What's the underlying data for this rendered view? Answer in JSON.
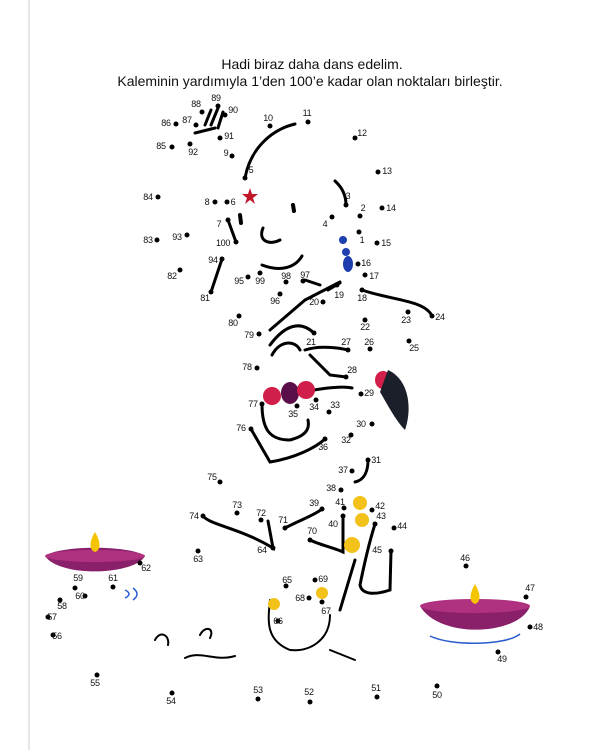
{
  "worksheet": {
    "title_line1": "Hadi biraz daha dans edelim.",
    "title_line2": "Kaleminin yardımıyla 1’den 100’e kadar olan noktaları birleştir."
  },
  "dots": [
    "1",
    "2",
    "3",
    "4",
    "5",
    "6",
    "7",
    "8",
    "9",
    "10",
    "11",
    "12",
    "13",
    "14",
    "15",
    "16",
    "17",
    "18",
    "19",
    "20",
    "21",
    "22",
    "23",
    "24",
    "25",
    "26",
    "27",
    "28",
    "29",
    "30",
    "31",
    "32",
    "33",
    "34",
    "35",
    "36",
    "37",
    "38",
    "39",
    "40",
    "41",
    "42",
    "43",
    "44",
    "45",
    "46",
    "47",
    "48",
    "49",
    "50",
    "51",
    "52",
    "53",
    "54",
    "55",
    "56",
    "57",
    "58",
    "59",
    "60",
    "61",
    "62",
    "63",
    "64",
    "65",
    "66",
    "67",
    "68",
    "69",
    "70",
    "71",
    "72",
    "73",
    "74",
    "75",
    "76",
    "77",
    "78",
    "79",
    "80",
    "81",
    "82",
    "83",
    "84",
    "85",
    "86",
    "87",
    "88",
    "89",
    "90",
    "91",
    "92",
    "93",
    "94",
    "95",
    "96",
    "97",
    "98",
    "99",
    "100"
  ],
  "colors": {
    "lamp": "#8a1f6a",
    "flame": "#f5c400",
    "bangle": "#d21e4a",
    "bead": "#5a0f4a",
    "jewel": "#1f3fb0",
    "gold": "#f2c21b",
    "star": "#c0182a"
  }
}
